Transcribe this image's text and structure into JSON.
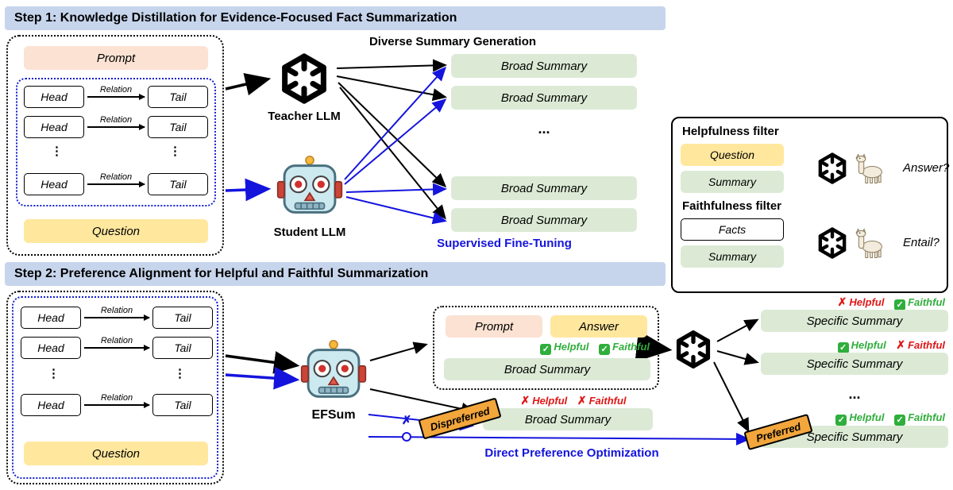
{
  "glyphs": {
    "check": "✓",
    "cross": "✗",
    "vdots": "⋮",
    "ellipsis": "..."
  },
  "kg": {
    "prompt": "Prompt",
    "question": "Question",
    "head": "Head",
    "relation": "Relation",
    "tail": "Tail"
  },
  "step1": {
    "header": "Step 1: Knowledge Distillation for Evidence-Focused Fact Summarization",
    "teacher_label": "Teacher LLM",
    "student_label": "Student LLM",
    "diverse_title": "Diverse Summary Generation",
    "broad_summary": "Broad Summary",
    "sft_label": "Supervised Fine-Tuning"
  },
  "filters": {
    "helpfulness_title": "Helpfulness filter",
    "faithfulness_title": "Faithfulness filter",
    "question": "Question",
    "summary": "Summary",
    "facts": "Facts",
    "answer_q": "Answer?",
    "entail_q": "Entail?"
  },
  "step2": {
    "header": "Step 2: Preference Alignment for Helpful and Faithful Summarization",
    "efsum_label": "EFSum",
    "prompt": "Prompt",
    "answer": "Answer",
    "broad_summary": "Broad Summary",
    "specific_summary": "Specific Summary",
    "dispreferred": "Dispreferred",
    "preferred": "Preferred",
    "dpo_label": "Direct Preference Optimization",
    "helpful": "Helpful",
    "faithful": "Faithful"
  },
  "colors": {
    "header_bg": "#c7d5ec",
    "prompt_bg": "#fbe2d3",
    "question_bg": "#ffe79e",
    "summary_bg": "#dcead5",
    "tag_bg": "#f2a63c",
    "arrow_blue": "#1414dd",
    "good_green": "#2fae3b",
    "bad_red": "#e01616"
  }
}
